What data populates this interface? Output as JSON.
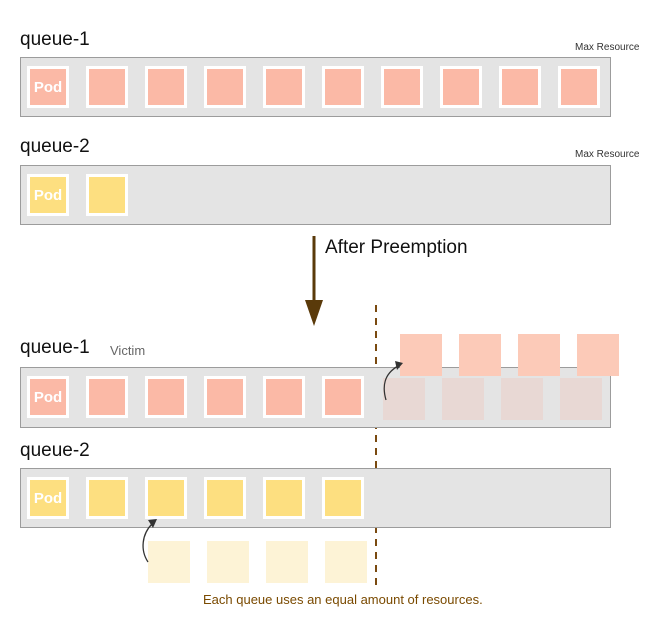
{
  "before": {
    "queue1": {
      "label": "queue-1",
      "max_label": "Max Resource",
      "pod_label": "Pod"
    },
    "queue2": {
      "label": "queue-2",
      "max_label": "Max Resource",
      "pod_label": "Pod"
    }
  },
  "transition": {
    "label": "After Preemption"
  },
  "after": {
    "queue1": {
      "label": "queue-1",
      "victim_label": "Victim",
      "pod_label": "Pod"
    },
    "queue2": {
      "label": "queue-2",
      "pod_label": "Pod"
    }
  },
  "caption": "Each queue uses an equal amount of resources.",
  "colors": {
    "queue1_pod": "#fbb9a6",
    "queue2_pod": "#fddf80",
    "bar": "#e4e4e4",
    "arrow": "#5a3a0a",
    "caption": "#7a4a00"
  }
}
